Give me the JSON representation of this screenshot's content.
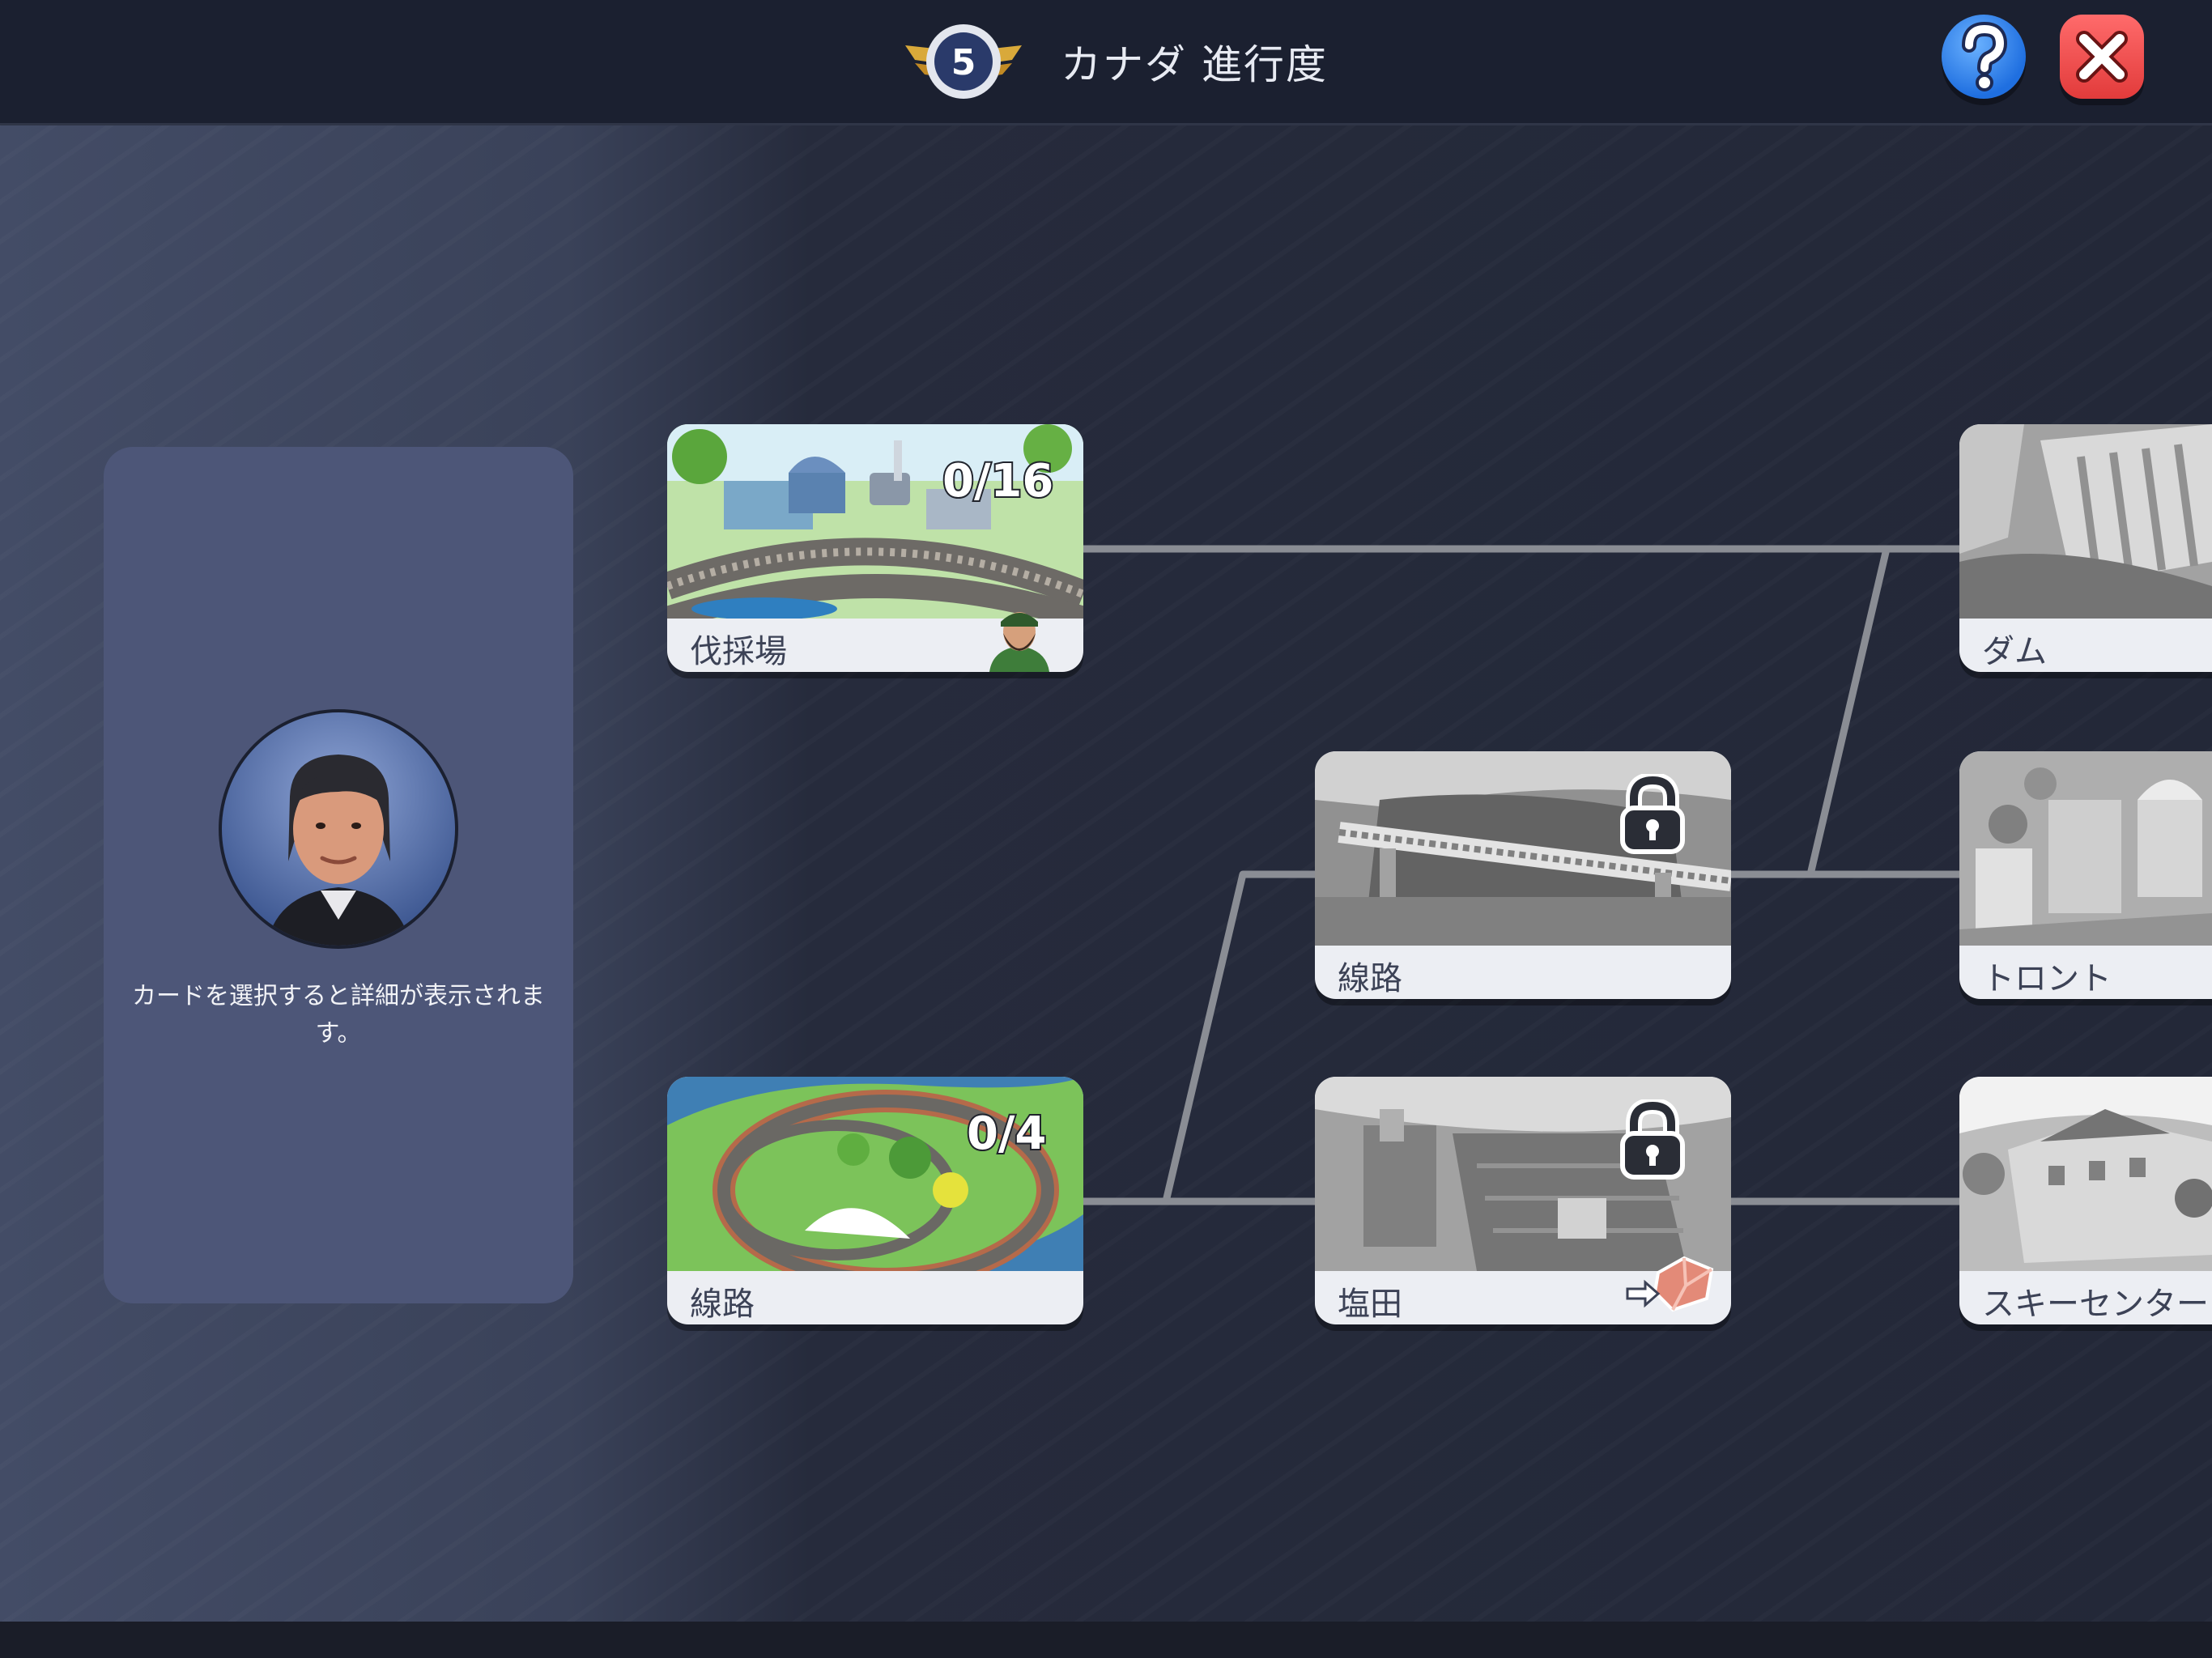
{
  "header": {
    "level": "5",
    "title": "カナダ 進行度"
  },
  "side_panel": {
    "hint_text": "カードを選択すると詳細が表示されます。"
  },
  "cards": {
    "lumber_camp": {
      "label": "伐採場",
      "progress": "0/16",
      "locked": false
    },
    "track_a": {
      "label": "線路",
      "progress": "0/4",
      "locked": false
    },
    "track_b": {
      "label": "線路",
      "locked": true
    },
    "salt_field": {
      "label": "塩田",
      "locked": true
    },
    "dam": {
      "label": "ダム",
      "locked": true
    },
    "toronto": {
      "label": "トロント",
      "locked": true
    },
    "ski_center": {
      "label": "スキーセンター",
      "locked": true
    }
  },
  "colors": {
    "background": "#232838",
    "panel": "#4d5678",
    "card": "#eceef3",
    "connector": "#8a8d94",
    "help_button": "#2f7ff0",
    "close_button": "#e84848"
  },
  "icons": {
    "level_badge": "winged-badge-icon",
    "help": "question-icon",
    "close": "close-icon",
    "lock": "lock-icon",
    "worker": "lumberjack-icon",
    "resource": "salt-crystal-icon"
  }
}
